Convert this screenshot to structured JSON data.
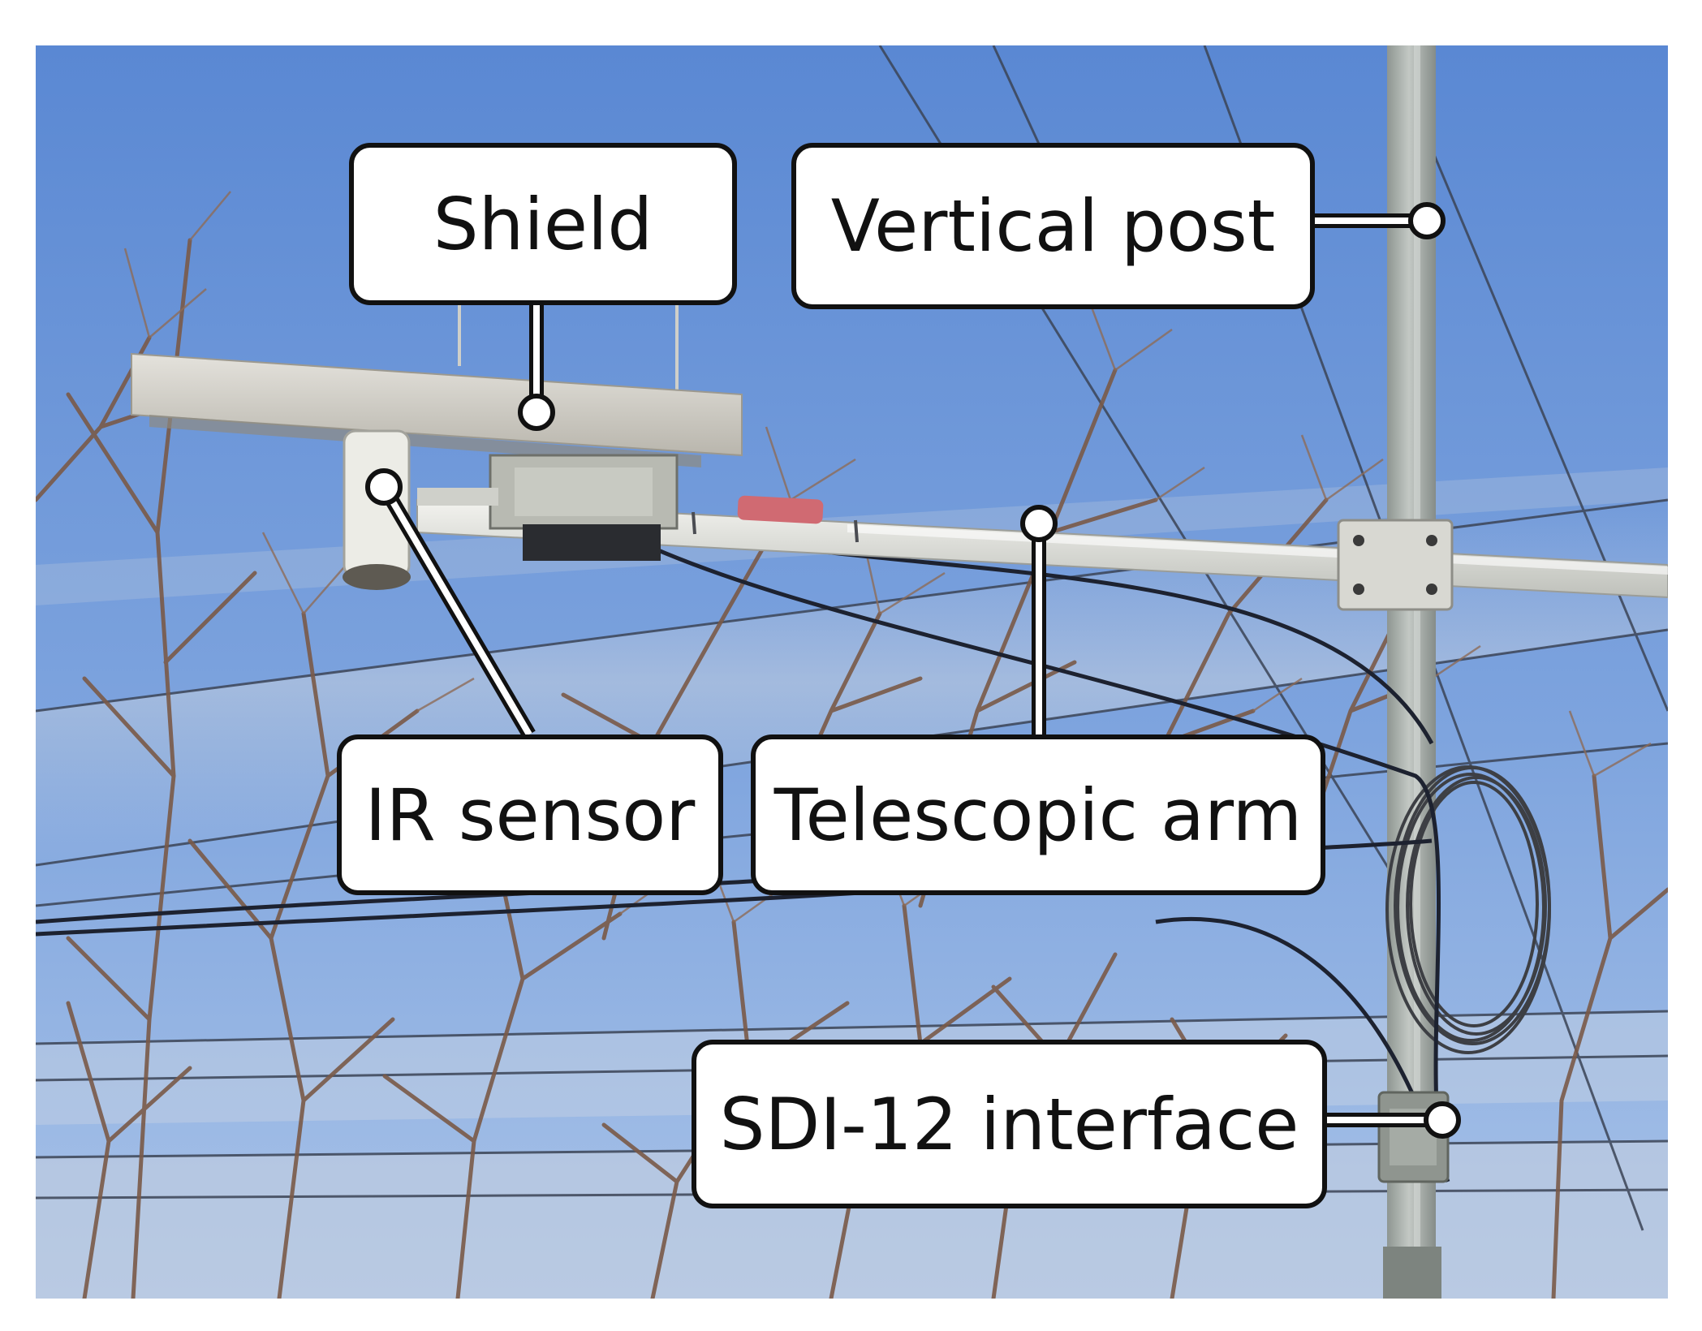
{
  "labels": {
    "shield": "Shield",
    "vertical_post": "Vertical post",
    "ir_sensor": "IR sensor",
    "telescopic_arm": "Telescopic arm",
    "sdi12_interface": "SDI-12 interface"
  },
  "colors": {
    "sky_top": "#5f8ed6",
    "sky_bottom": "#9dbbe4",
    "callout_fill": "#ffffff",
    "callout_border": "#111111",
    "post": "#a6ada9",
    "arm": "#e6e6e1",
    "shield": "#d8d6cf",
    "branches": "#6b4e3e",
    "wires": "#1b2233",
    "red_tape": "#d06a72"
  }
}
